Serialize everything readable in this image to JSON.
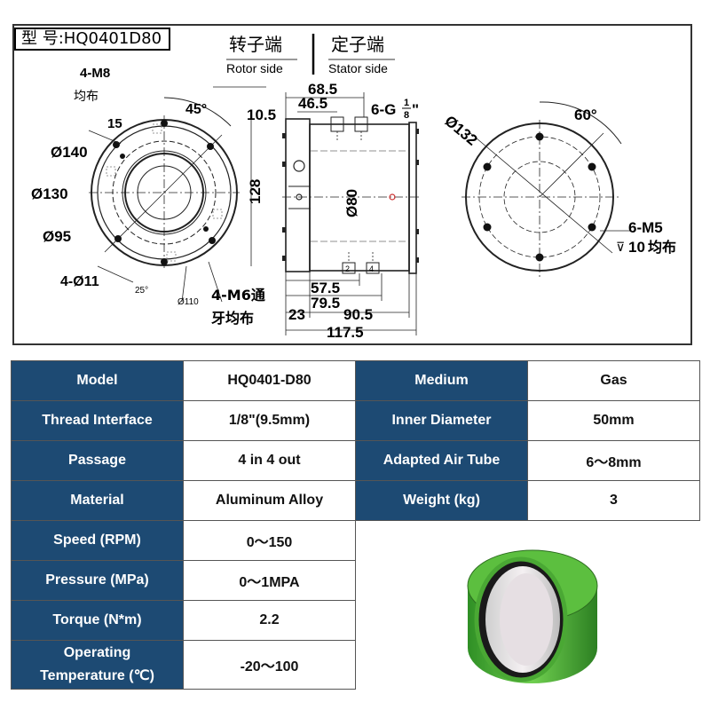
{
  "header": {
    "model_label": "型 号:HQ0401D80",
    "rotor_cn": "转子端",
    "rotor_en": "Rotor side",
    "stator_cn": "定子端",
    "stator_en": "Stator side"
  },
  "drawing": {
    "front": {
      "holes_m8": "4-M8",
      "depth": "15",
      "even_cn": "均布",
      "angle": "45°",
      "d140": "Ø140",
      "d130": "Ø130",
      "d95": "Ø95",
      "holes_d11": "4-Ø11",
      "angle_small": "25°",
      "d110": "Ø110",
      "m6": "4-M6通",
      "m6_b": "牙均布",
      "height": "128"
    },
    "side": {
      "dim_68_5": "68.5",
      "dim_46_5": "46.5",
      "dim_10_5": "10.5",
      "thread": "6-G",
      "thread_num": "1",
      "thread_den": "8",
      "thread_tail": "\"",
      "d80": "Ø80",
      "dim_57_5": "57.5",
      "dim_79_5": "79.5",
      "dim_23": "23",
      "dim_90_5": "90.5",
      "dim_117_5": "117.5",
      "port_2": "2",
      "port_4": "4"
    },
    "back": {
      "d132": "Ø132",
      "angle": "60°",
      "m5": "6-M5",
      "depth": "10",
      "even_cn": "均布"
    }
  },
  "specs": {
    "rows": [
      {
        "l1": "Model",
        "v1": "HQ0401-D80",
        "l2": "Medium",
        "v2": "Gas"
      },
      {
        "l1": "Thread Interface",
        "v1": "1/8\"(9.5mm)",
        "l2": "Inner Diameter",
        "v2": "50mm"
      },
      {
        "l1": "Passage",
        "v1": "4 in 4 out",
        "l2": "Adapted Air Tube",
        "v2": "6～8mm"
      },
      {
        "l1": "Material",
        "v1": "Aluminum Alloy",
        "l2": "Weight (kg)",
        "v2": "3"
      },
      {
        "l1": "Speed (RPM)",
        "v1": "0～150"
      },
      {
        "l1": "Pressure (MPa)",
        "v1": "0～1MPA"
      },
      {
        "l1": "Torque (N*m)",
        "v1": "2.2"
      },
      {
        "l1a": "Operating",
        "l1b": "Temperature (℃)",
        "v1": "-20～100"
      }
    ]
  },
  "colors": {
    "header_bg": "#1d4a73",
    "ring_green": "#4fb23a",
    "drawing_line": "#222222"
  }
}
